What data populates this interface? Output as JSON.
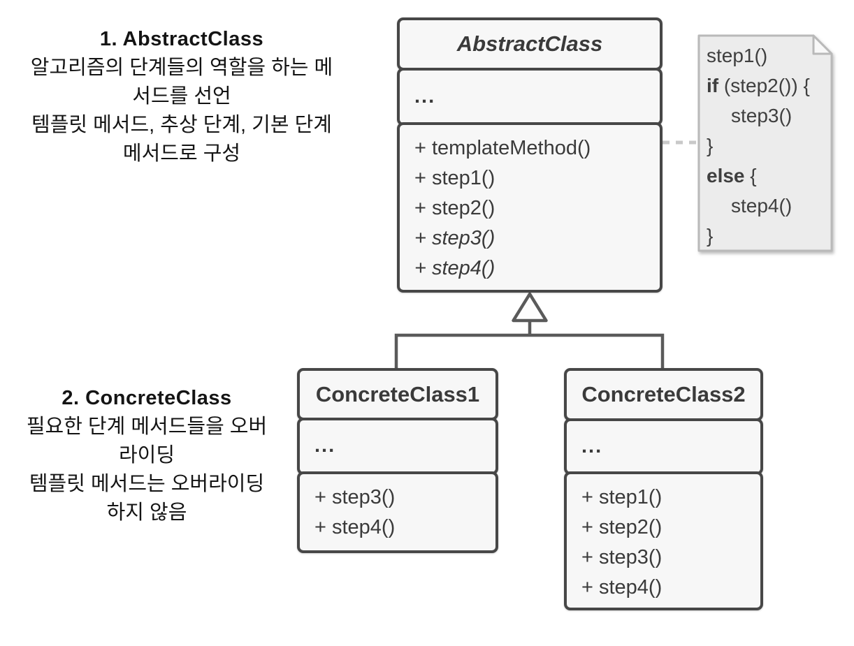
{
  "annotations": {
    "abstract": {
      "title": "1. AbstractClass",
      "line1": "알고리즘의 단계들의 역할을 하는 메",
      "line2": "서드를 선언",
      "line3": "템플릿 메서드, 추상 단계, 기본 단계",
      "line4": "메서드로 구성"
    },
    "concrete": {
      "title": "2. ConcreteClass",
      "line1": "필요한 단계 메서드들을 오버",
      "line2": "라이딩",
      "line3": "템플릿 메서드는 오버라이딩",
      "line4": "하지 않음"
    }
  },
  "abstract_class": {
    "name": "AbstractClass",
    "fields_placeholder": "...",
    "methods": [
      {
        "text": "+ templateMethod()",
        "abstract": false
      },
      {
        "text": "+ step1()",
        "abstract": false
      },
      {
        "text": "+ step2()",
        "abstract": false
      },
      {
        "text": "+ step3()",
        "abstract": true
      },
      {
        "text": "+ step4()",
        "abstract": true
      }
    ]
  },
  "concrete_class_1": {
    "name": "ConcreteClass1",
    "fields_placeholder": "...",
    "methods": [
      {
        "text": "+ step3()"
      },
      {
        "text": "+ step4()"
      }
    ]
  },
  "concrete_class_2": {
    "name": "ConcreteClass2",
    "fields_placeholder": "...",
    "methods": [
      {
        "text": "+ step1()"
      },
      {
        "text": "+ step2()"
      },
      {
        "text": "+ step3()"
      },
      {
        "text": "+ step4()"
      }
    ]
  },
  "note": {
    "lines": [
      {
        "keyword": "",
        "rest": "step1()"
      },
      {
        "keyword": "if",
        "rest": " (step2()) {"
      },
      {
        "keyword": "",
        "rest": "step3()"
      },
      {
        "keyword": "",
        "rest": "}"
      },
      {
        "keyword": "else",
        "rest": " {"
      },
      {
        "keyword": "",
        "rest": "step4()"
      },
      {
        "keyword": "",
        "rest": "}"
      }
    ]
  },
  "colors": {
    "box_border": "#474747",
    "box_fill": "#f7f7f7",
    "box_text": "#3a3a3a",
    "connector": "#5a5a5a",
    "note_fill": "#ececec",
    "note_border": "#b9b9b9",
    "note_text": "#3f3f3f",
    "dashed_link": "#c9c9c9",
    "annotation_text": "#141414"
  }
}
